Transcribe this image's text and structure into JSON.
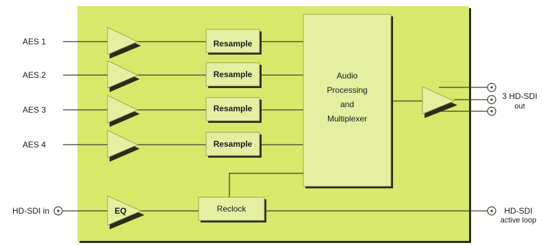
{
  "inputs": {
    "aes": [
      "AES 1",
      "AES.2",
      "AES 3",
      "AES 4"
    ],
    "hdsdi_in": "HD-SDI in"
  },
  "blocks": {
    "resample": [
      "Resample",
      "Resample",
      "Resample",
      "Resample"
    ],
    "processor": [
      "Audio",
      "Processing",
      "and",
      "Multiplexer"
    ],
    "eq": "EQ",
    "reclock": "Reclock"
  },
  "outputs": {
    "main": [
      "3 HD-SDI",
      "out"
    ],
    "loop": [
      "HD-SDI",
      "active loop"
    ]
  },
  "colors": {
    "board": "#d7e86b",
    "block": "#e4efa1",
    "shadow": "#2b2b1a",
    "line": "#3a3a2a"
  }
}
